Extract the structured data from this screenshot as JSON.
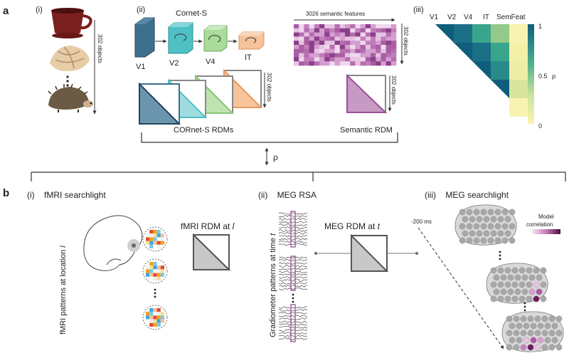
{
  "panel_a": {
    "label": "a",
    "sub_i": "(i)",
    "sub_ii": "(ii)",
    "sub_iii": "(iii)",
    "objects_count_label": "302 objects",
    "ellipsis": "•\n•\n•",
    "network_title": "Cornet-S",
    "layers": [
      "V1",
      "V2",
      "V4",
      "IT"
    ],
    "semantic_features_label": "3026 semantic features",
    "rdm_objects_label": "302 objects",
    "cornet_rdms_label": "CORnet-S RDMs",
    "semantic_rdm_label": "Semantic RDM",
    "rho": "ρ",
    "colors": {
      "v1": "#3d6f8e",
      "v2": "#4fc0c4",
      "v4": "#8fd07f",
      "it": "#f3a86f",
      "semantic": "#9b4f96"
    }
  },
  "heatmap": {
    "labels": [
      "V1",
      "V2",
      "V4",
      "IT",
      "SemFeat"
    ],
    "colorbar_ticks": [
      "1",
      "0.5",
      "0"
    ],
    "colorbar_symbol": "ρ",
    "cells": [
      [
        null,
        "#1b6f87",
        "#3aa58d",
        "#93c98a",
        "#f7f3b0"
      ],
      [
        null,
        null,
        "#1b6f87",
        "#3aa58d",
        "#f3f1a8"
      ],
      [
        null,
        null,
        null,
        "#2a8a8a",
        "#eeeda5"
      ],
      [
        null,
        null,
        null,
        null,
        "#d9e59f"
      ],
      [
        null,
        null,
        null,
        null,
        null
      ]
    ]
  },
  "panel_b": {
    "label": "b",
    "i_title": "(i)    fMRI searchlight",
    "ii_title": "(ii)    MEG RSA",
    "iii_title": "(iii)    MEG searchlight",
    "fmri_patterns_label": "fMRI patterns at location ",
    "fmri_patterns_var": "l",
    "fmri_rdm_label": "fMRI RDM at ",
    "fmri_rdm_var": "l",
    "grad_label": "Gradiometer patterns at time ",
    "grad_var": "t",
    "meg_rdm_label": "MEG RDM at ",
    "meg_rdm_var": "t",
    "time_label": "-200 ms",
    "legend_title_1": "Model",
    "legend_title_2": "correlation"
  }
}
